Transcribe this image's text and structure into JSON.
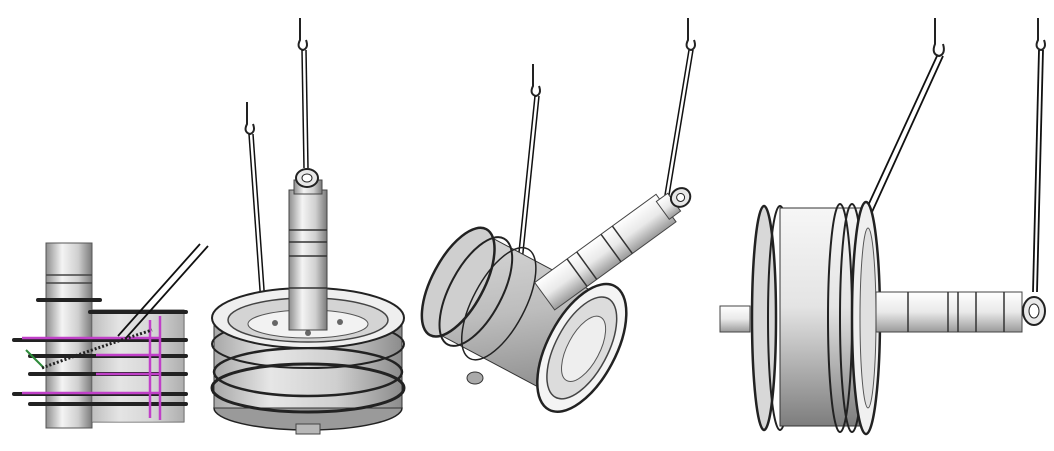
{
  "figure": {
    "panels": [
      {
        "id": "lifting-step-1",
        "view": "cross-section-hoisting"
      },
      {
        "id": "lifting-step-2",
        "view": "vertical-hoist"
      },
      {
        "id": "lifting-step-3",
        "view": "tilted-hoist"
      },
      {
        "id": "lifting-step-4",
        "view": "horizontal-position"
      }
    ],
    "colors": {
      "background": "#ffffff",
      "steel_light": "#f2f2f2",
      "steel_mid": "#c9c9c9",
      "steel_dark": "#7a7a7a",
      "outline": "#1a1a1a",
      "highlight_magenta": "#c040c8",
      "highlight_green": "#2e8b3a"
    }
  }
}
